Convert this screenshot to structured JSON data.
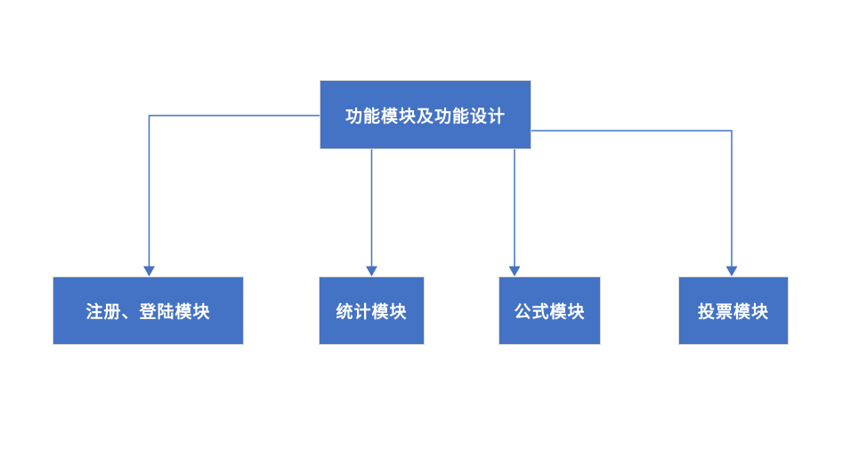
{
  "diagram": {
    "title": "功能模块及功能设计",
    "root": {
      "id": "root",
      "label": "功能模块及功能设计"
    },
    "modules": [
      {
        "id": "register-login",
        "label": "注册、登陆模块"
      },
      {
        "id": "statistics",
        "label": "统计模块"
      },
      {
        "id": "formula",
        "label": "公式模块"
      },
      {
        "id": "vote",
        "label": "投票模块"
      }
    ],
    "edges": [
      {
        "from": "root",
        "to": "register-login",
        "style": "elbow-left"
      },
      {
        "from": "root",
        "to": "statistics",
        "style": "straight-down"
      },
      {
        "from": "root",
        "to": "formula",
        "style": "straight-down"
      },
      {
        "from": "root",
        "to": "vote",
        "style": "elbow-right"
      }
    ],
    "colors": {
      "node_fill": "#4472C4",
      "node_border": "#D6D6D6",
      "connector": "#4472C4",
      "text": "#FFFFFF",
      "canvas_bg": "#FFFFFF"
    }
  }
}
